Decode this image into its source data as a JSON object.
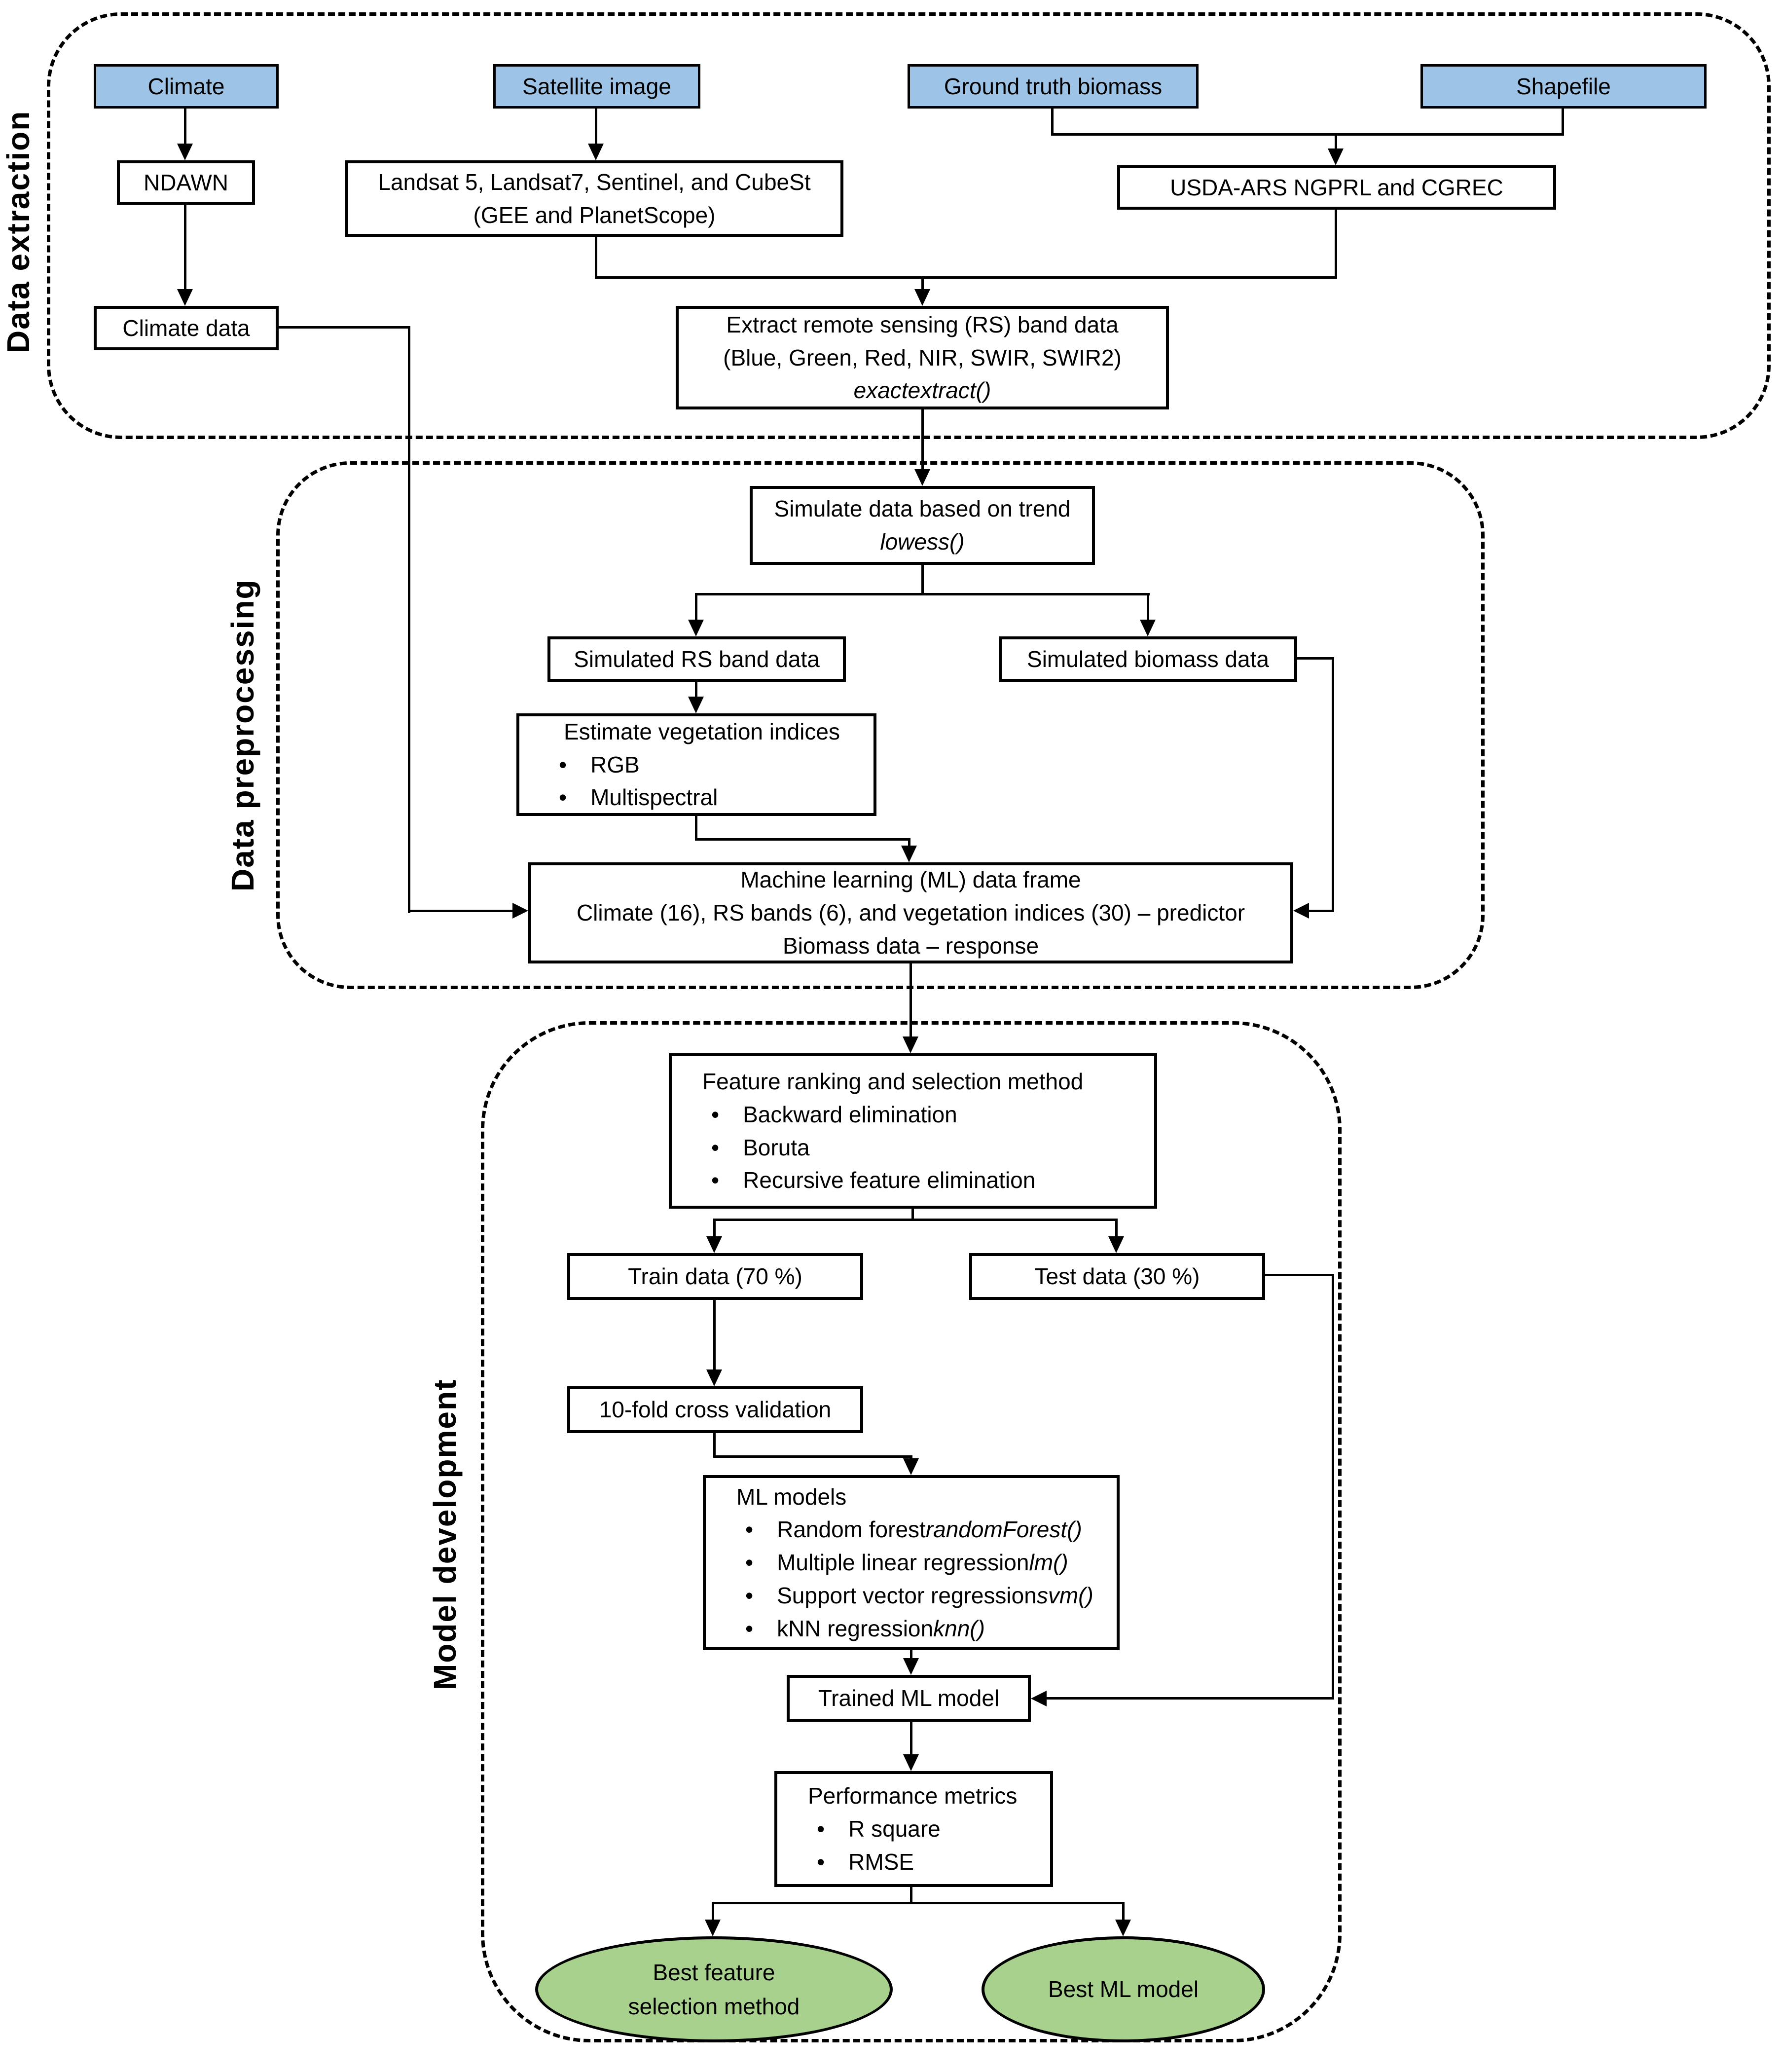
{
  "colors": {
    "source_box_fill": "#9DC3E6",
    "result_ellipse_fill": "#A9D18E",
    "border": "#000000",
    "background": "#FFFFFF"
  },
  "sections": {
    "extraction": {
      "label": "Data extraction"
    },
    "preprocessing": {
      "label": "Data preprocessing"
    },
    "model_development": {
      "label": "Model development"
    }
  },
  "nodes": {
    "climate": {
      "label": "Climate"
    },
    "satellite": {
      "label": "Satellite image"
    },
    "ground_truth": {
      "label": "Ground truth biomass"
    },
    "shapefile": {
      "label": "Shapefile"
    },
    "ndawn": {
      "label": "NDAWN"
    },
    "landsat": {
      "line1": "Landsat 5, Landsat7, Sentinel, and CubeSt",
      "line2": "(GEE and PlanetScope)"
    },
    "usda": {
      "label": "USDA-ARS NGPRL and CGREC"
    },
    "climate_data": {
      "label": "Climate data"
    },
    "extract_rs": {
      "line1": "Extract remote sensing (RS) band data",
      "line2": "(Blue, Green, Red, NIR, SWIR, SWIR2)",
      "func": "exactextract()"
    },
    "simulate": {
      "line1": "Simulate data based on trend",
      "func": "lowess()"
    },
    "simulated_rs": {
      "label": "Simulated RS band data"
    },
    "simulated_biomass": {
      "label": "Simulated biomass data"
    },
    "veg_indices": {
      "title": "Estimate vegetation indices",
      "bullets": [
        "RGB",
        "Multispectral"
      ]
    },
    "ml_frame": {
      "line1": "Machine learning (ML) data frame",
      "line2": "Climate (16), RS bands (6), and vegetation indices (30) – predictor",
      "line3": "Biomass data – response"
    },
    "feature_ranking": {
      "title": "Feature ranking and selection method",
      "bullets": [
        "Backward elimination",
        "Boruta",
        "Recursive feature elimination"
      ]
    },
    "train": {
      "label": "Train data (70 %)"
    },
    "test": {
      "label": "Test data (30 %)"
    },
    "tenfold": {
      "label": "10-fold cross validation"
    },
    "ml_models": {
      "title": "ML models",
      "bullets": [
        {
          "text": "Random forest ",
          "func": "randomForest()"
        },
        {
          "text": "Multiple linear regression ",
          "func": "lm()"
        },
        {
          "text": "Support vector regression ",
          "func": "svm()"
        },
        {
          "text": "kNN regression ",
          "func": "knn()"
        }
      ]
    },
    "trained": {
      "label": "Trained ML model"
    },
    "performance": {
      "title": "Performance metrics",
      "bullets": [
        "R square",
        "RMSE"
      ]
    },
    "best_feature": {
      "line1": "Best feature",
      "line2": "selection method"
    },
    "best_model": {
      "label": "Best ML model"
    }
  }
}
